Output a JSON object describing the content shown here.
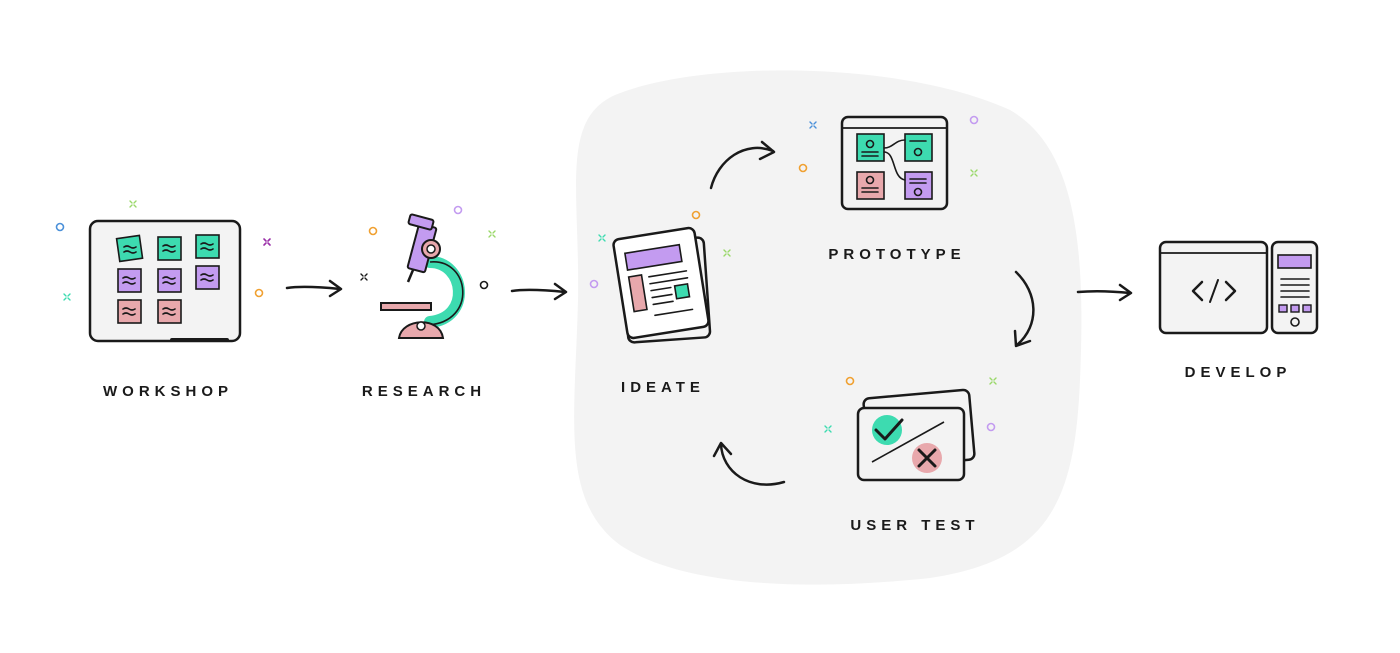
{
  "stages": {
    "workshop": {
      "label": "WORKSHOP"
    },
    "research": {
      "label": "RESEARCH"
    },
    "ideate": {
      "label": "IDEATE"
    },
    "prototype": {
      "label": "PROTOTYPE"
    },
    "user_test": {
      "label": "USER TEST"
    },
    "develop": {
      "label": "DEVELOP"
    }
  },
  "colors": {
    "teal": "#3ddbb0",
    "purple": "#c39bf0",
    "pink": "#e8a8ac",
    "outline": "#1a1a1a",
    "cycle_background": "#f3f3f3",
    "accent_orange": "#f0a030",
    "accent_blue": "#4a90d9"
  },
  "icons": {
    "workshop": "sticky-note-board-icon",
    "research": "microscope-icon",
    "ideate": "document-stack-icon",
    "prototype": "wireframe-screen-icon",
    "user_test": "pass-fail-cards-icon",
    "develop": "code-devices-icon"
  }
}
